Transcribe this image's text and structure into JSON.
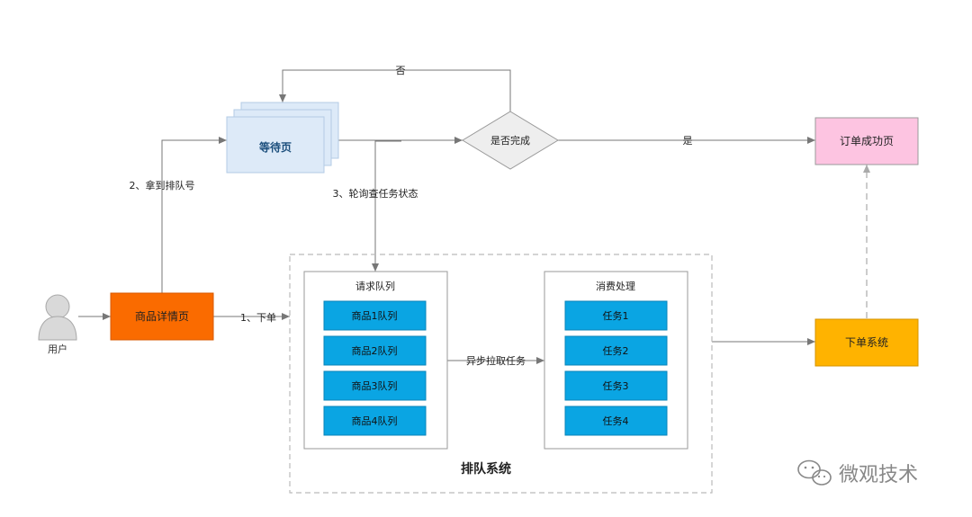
{
  "nodes": {
    "user": "用户",
    "product_detail": "商品详情页",
    "waiting_page": "等待页",
    "decision": "是否完成",
    "order_success": "订单成功页",
    "order_system": "下单系统"
  },
  "queue_system": {
    "title": "排队系统",
    "request_queue": {
      "title": "请求队列",
      "items": [
        "商品1队列",
        "商品2队列",
        "商品3队列",
        "商品4队列"
      ]
    },
    "consumer": {
      "title": "消费处理",
      "items": [
        "任务1",
        "任务2",
        "任务3",
        "任务4"
      ]
    },
    "pull_label": "异步拉取任务"
  },
  "edge_labels": {
    "place_order": "1、下单",
    "get_queue_number": "2、拿到排队号",
    "poll_status": "3、轮询查任务状态",
    "no": "否",
    "yes": "是"
  },
  "watermark": "微观技术",
  "colors": {
    "orange": "#fa6b00",
    "yellow": "#ffb300",
    "pink": "#fdc4e1",
    "light_blue": "#ddeaf8",
    "cyan": "#0aa5e3",
    "line": "#777777",
    "dashed": "#bbbbbb"
  }
}
